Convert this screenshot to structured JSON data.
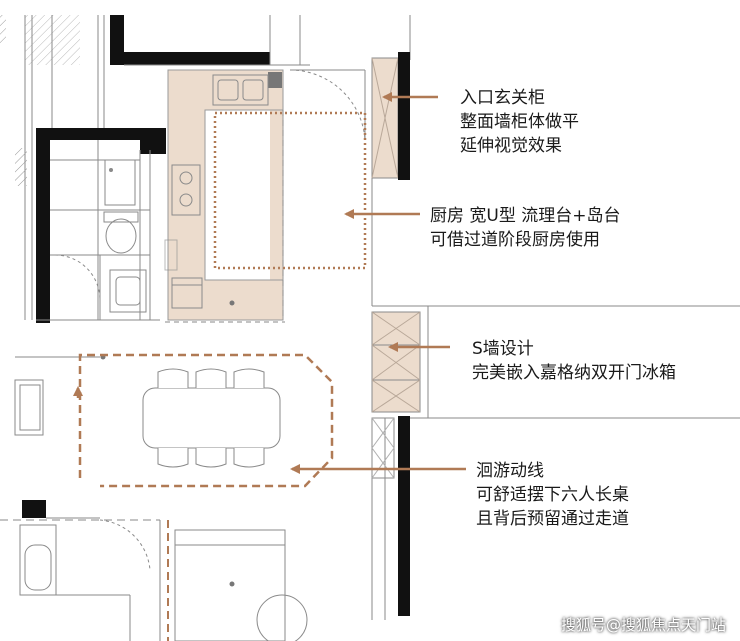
{
  "annotations": {
    "entry_cabinet": {
      "line1": "入口玄关柜",
      "line2": "整面墙柜体做平",
      "line3": "延伸视觉效果"
    },
    "kitchen": {
      "line1": "厨房 宽U型 流理台+岛台",
      "line2": "可借过道阶段厨房使用"
    },
    "s_wall": {
      "line1": "S墙设计",
      "line2": "完美嵌入嘉格纳双开门冰箱"
    },
    "circulation": {
      "line1": "洄游动线",
      "line2": "可舒适摆下六人长桌",
      "line3": "且背后预留通过走道"
    }
  },
  "watermark": "搜狐号@搜狐焦点天门站",
  "colors": {
    "wall": "#111111",
    "line": "#8a8a8a",
    "kitchen_fill": "#ecdccd",
    "arrow": "#b07a55",
    "dashed_route": "#b07a55"
  }
}
